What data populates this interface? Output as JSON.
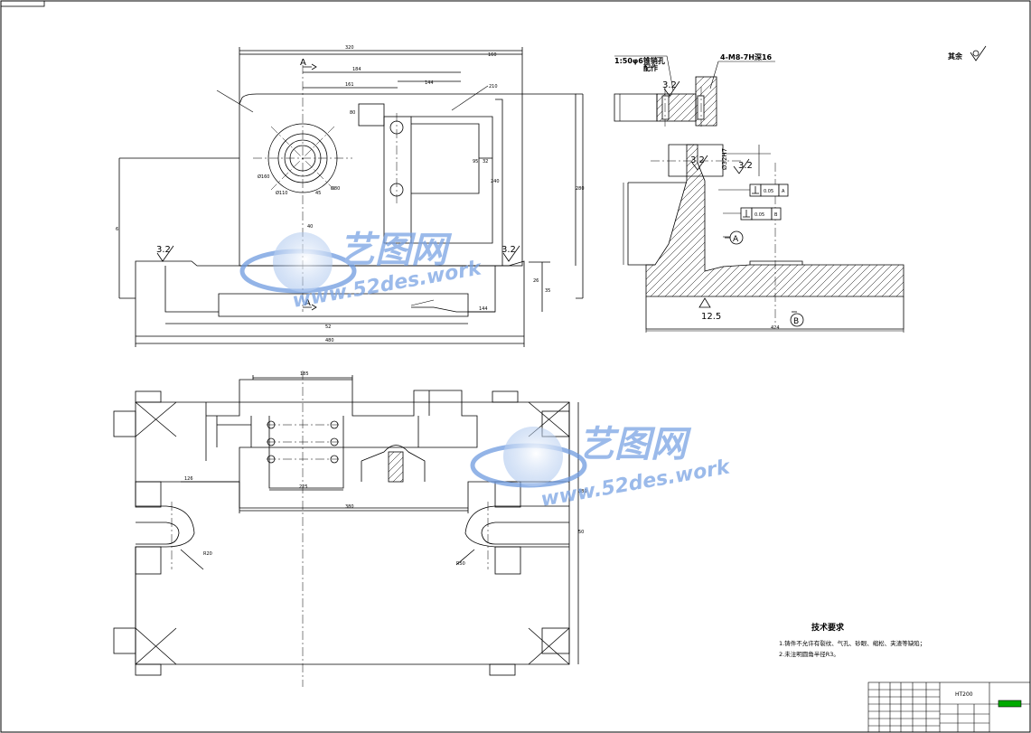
{
  "section_label": "A",
  "top_view_dims": [
    "320",
    "160",
    "184",
    "161",
    "144",
    "80",
    "210",
    "240",
    "280",
    "95",
    "32",
    "40",
    "26",
    "480",
    "144",
    "52",
    "35",
    "6"
  ],
  "circle_dims": [
    "Ø160",
    "Ø110",
    "Ø80",
    "45"
  ],
  "surface_finish": {
    "left": "3.2",
    "right": "3.2",
    "detail_a": "3.2",
    "detail_b": "3.2",
    "detail_c": "3.2",
    "bottom": "12.5"
  },
  "detail": {
    "scale_note": "1:50",
    "scale_note_suffix": "φ6锥销孔",
    "scale_note_line2": "配作",
    "thread_note": "4-M8-7H深16",
    "bore_label": "Ø32H7",
    "tol_1": "0.05",
    "tol_1_datum": "A",
    "tol_2": "0.05",
    "tol_2_datum": "B",
    "datum_a": "A",
    "datum_b": "B",
    "dim_width": "424"
  },
  "remaining_finish": "其余",
  "bottom_view_dims": [
    "185",
    "380",
    "225",
    "126",
    "50",
    "380",
    "R20",
    "R50"
  ],
  "tech_req": {
    "title": "技术要求",
    "line1": "1.铸件不允许有裂纹、气孔、砂眼、缩松、夹渣等缺陷；",
    "line2": "2.未注明圆角半径R3。"
  },
  "title_block": {
    "material": "HT200"
  },
  "watermark": {
    "brand": "艺图网",
    "url": "www.52des.work"
  }
}
